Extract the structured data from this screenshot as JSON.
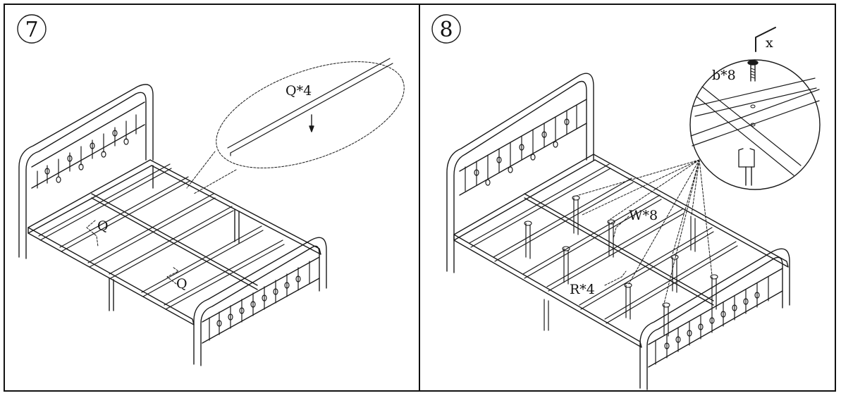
{
  "steps": [
    {
      "number": "7",
      "labels": {
        "part_callout": "Q*4",
        "slat_q1": "Q",
        "slat_q2": "Q"
      }
    },
    {
      "number": "8",
      "labels": {
        "tool": "x",
        "bolt": "b*8",
        "legs": "W*8",
        "rails": "R*4"
      }
    }
  ]
}
